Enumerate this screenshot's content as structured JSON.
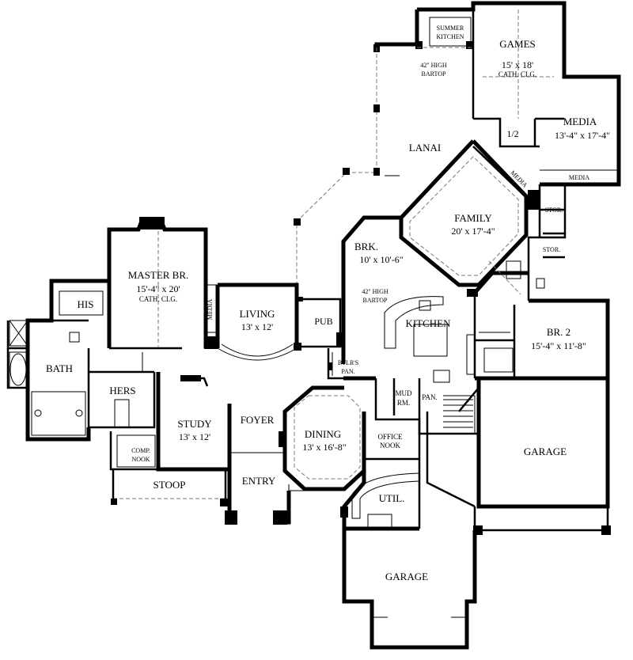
{
  "rooms": {
    "summer_kitchen": {
      "l1": "SUMMER",
      "l2": "KITCHEN"
    },
    "games": {
      "name": "GAMES",
      "dim": "15' x 18'",
      "note": "CATH. CLG."
    },
    "bartop_upper": {
      "l1": "42\" HIGH",
      "l2": "BARTOP"
    },
    "media_room": {
      "name": "MEDIA",
      "dim": "13'-4\" x 17'-4\""
    },
    "half_bath": "1/2",
    "media_label1": "MEDIA",
    "media_label2": "MEDIA",
    "lanai": "LANAI",
    "family": {
      "name": "FAMILY",
      "dim": "20' x 17'-4\""
    },
    "stor1": "STOR.",
    "stor2": "STOR.",
    "master": {
      "name": "MASTER BR.",
      "dim": "15'-4\" x 20'",
      "note": "CATH. CLG."
    },
    "brk": {
      "name": "BRK.",
      "dim": "10' x 10'-6\""
    },
    "his": "HIS",
    "living": {
      "name": "LIVING",
      "dim": "13' x 12'"
    },
    "media_master": "MEDIA",
    "bartop_kitchen": {
      "l1": "42\" HIGH",
      "l2": "BARTOP"
    },
    "pub": "PUB",
    "kitchen": "KITCHEN",
    "br2": {
      "name": "BR. 2",
      "dim": "15'-4\" x 11'-8\""
    },
    "bath": "BATH",
    "btlr": {
      "l1": "BTLR'S",
      "l2": "PAN."
    },
    "hers": "HERS",
    "mud": {
      "l1": "MUD",
      "l2": "RM."
    },
    "pan": "PAN.",
    "foyer": "FOYER",
    "study": {
      "name": "STUDY",
      "dim": "13' x 12'"
    },
    "dining": {
      "name": "DINING",
      "dim": "13' x 16'-8\""
    },
    "office": {
      "l1": "OFFICE",
      "l2": "NOOK"
    },
    "comp": {
      "l1": "COMP.",
      "l2": "NOOK"
    },
    "garage_right": "GARAGE",
    "stoop": "STOOP",
    "entry": "ENTRY",
    "util": "UTIL.",
    "garage_bottom": "GARAGE"
  }
}
